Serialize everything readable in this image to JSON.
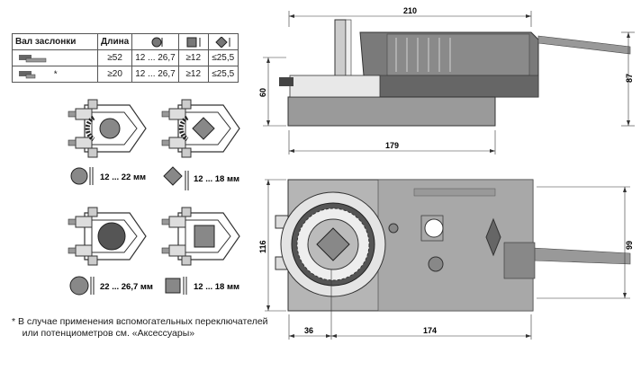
{
  "table": {
    "headers": [
      "Вал заслонки",
      "Длина"
    ],
    "rows": [
      {
        "length": "≥52",
        "round": "12 ... 26,7",
        "square": "≥12",
        "diamond": "≤25,5",
        "mark": ""
      },
      {
        "length": "≥20",
        "round": "12 ... 26,7",
        "square": "≥12",
        "diamond": "≤25,5",
        "mark": "*"
      }
    ]
  },
  "clamps": {
    "top_left_range": "12 ... 22 мм",
    "top_right_range": "12 ... 18 мм",
    "bottom_left_range": "22 ... 26,7 мм",
    "bottom_right_range": "12 ... 18 мм"
  },
  "note": {
    "line1": "*  В случае применения вспомогательных переключателей",
    "line2": "    или потенциометров см. «Аксессуары»"
  },
  "dimensions": {
    "total_length": "210",
    "height_total": "87",
    "height_body": "60",
    "base_length": "179",
    "width": "116",
    "width_right": "99",
    "left_offset": "36",
    "right_length": "174"
  },
  "colors": {
    "body": "#7a7a7a",
    "body_light": "#b5b5b5",
    "body_dark": "#4a4a4a",
    "line": "#333333"
  }
}
